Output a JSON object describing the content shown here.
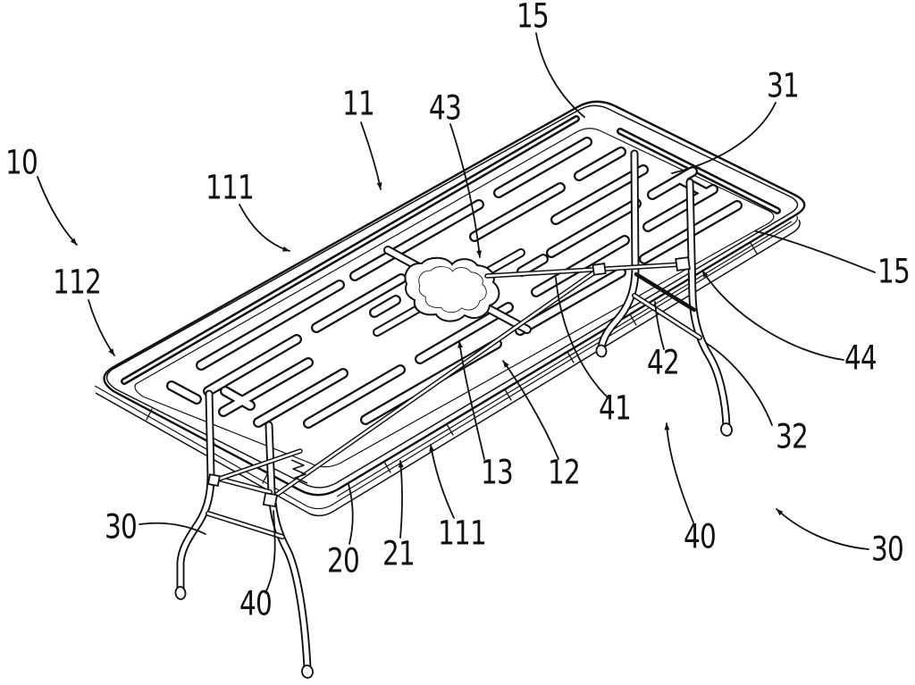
{
  "figure": {
    "background": "#ffffff",
    "ink": "#111111"
  },
  "labels": [
    {
      "text": "10"
    },
    {
      "text": "112"
    },
    {
      "text": "111"
    },
    {
      "text": "11"
    },
    {
      "text": "43"
    },
    {
      "text": "15"
    },
    {
      "text": "31"
    },
    {
      "text": "15"
    },
    {
      "text": "44"
    },
    {
      "text": "42"
    },
    {
      "text": "41"
    },
    {
      "text": "32"
    },
    {
      "text": "13"
    },
    {
      "text": "12"
    },
    {
      "text": "111"
    },
    {
      "text": "21"
    },
    {
      "text": "20"
    },
    {
      "text": "30"
    },
    {
      "text": "40"
    },
    {
      "text": "40"
    },
    {
      "text": "30"
    }
  ]
}
